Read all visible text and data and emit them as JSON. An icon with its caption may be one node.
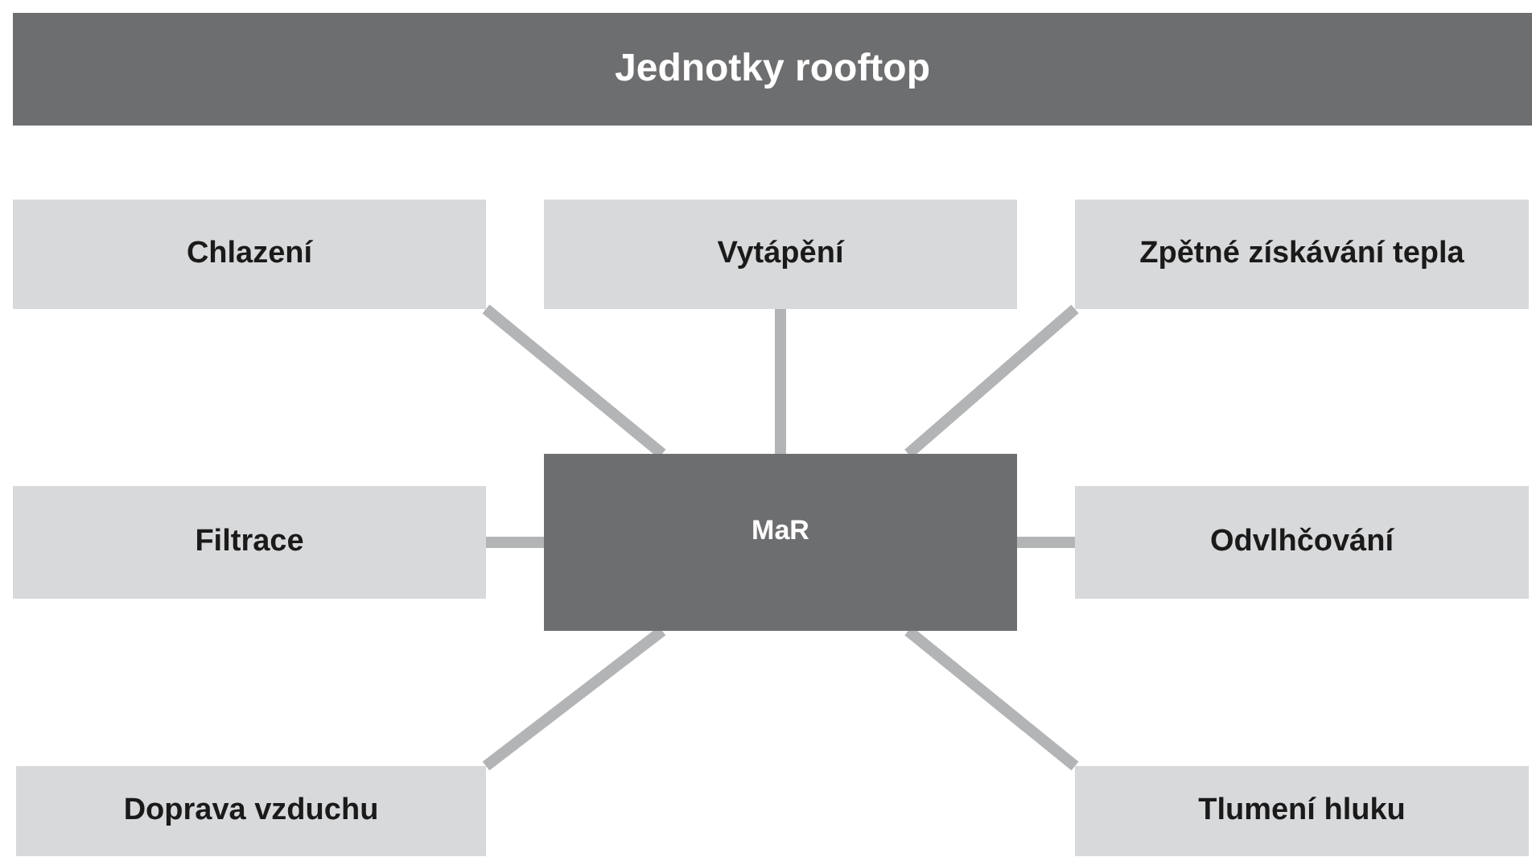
{
  "diagram": {
    "title": "Jednotky rooftop",
    "nodes": [
      {
        "text": [
          "Chlazení"
        ]
      },
      {
        "text": [
          "Vytápění"
        ]
      },
      {
        "text": [
          "Zpětné získávání tepla"
        ]
      },
      {
        "text": [
          "Filtrace"
        ]
      },
      {
        "text": [
          "MaR"
        ]
      },
      {
        "text": [
          "Odvlhčování"
        ]
      },
      {
        "text": [
          "Doprava vzduchu"
        ]
      },
      {
        "text": [
          "Tlumení hluku"
        ]
      }
    ],
    "edges": [
      {
        "from": 4,
        "to": 0,
        "arrow": "none"
      },
      {
        "from": 4,
        "to": 1,
        "arrow": "none"
      },
      {
        "from": 4,
        "to": 2,
        "arrow": "none"
      },
      {
        "from": 4,
        "to": 3,
        "arrow": "none"
      },
      {
        "from": 4,
        "to": 5,
        "arrow": "none"
      },
      {
        "from": 4,
        "to": 6,
        "arrow": "none"
      },
      {
        "from": 4,
        "to": 7,
        "arrow": "none"
      }
    ]
  }
}
